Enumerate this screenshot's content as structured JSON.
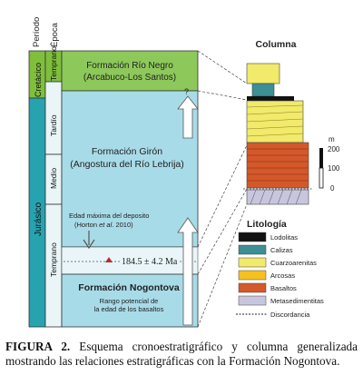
{
  "headers": {
    "period": "Período",
    "epoch": "Época"
  },
  "periods": {
    "cretaceous": "Cretácico",
    "jurassic": "Jurásico"
  },
  "epochs": {
    "early_cret": "Temprano",
    "late": "Tardío",
    "middle": "Medio",
    "early_jur": "Temprano"
  },
  "formations": {
    "rionegro": {
      "line1": "Formación Río Negro",
      "line2": "(Arcabuco-Los Santos)"
    },
    "giron": {
      "line1": "Formación Girón",
      "line2": "(Angostura del Río Lebrija)"
    },
    "nogontova": {
      "title": "Formación Nogontova",
      "note_line1": "Rango potencial de",
      "note_line2": "la edad de los basaltos"
    }
  },
  "age_note": {
    "line1": "Edad máxima del deposito",
    "line2_pre": "(Horton ",
    "line2_ital": "et al",
    "line2_post": ". 2010)",
    "age": "184.5 ± 4.2 Ma"
  },
  "question_mark": "?",
  "column": {
    "title": "Columna",
    "scale_unit": "m",
    "scale_ticks": [
      "200",
      "100",
      "0"
    ]
  },
  "lithology": {
    "title": "Litología",
    "items": [
      {
        "label": "Lodolitas",
        "color": "#111111"
      },
      {
        "label": "Calizas",
        "color": "#3b8f95"
      },
      {
        "label": "Cuarzoarenitas",
        "color": "#f1ea6a"
      },
      {
        "label": "Arcosas",
        "color": "#f6c11d"
      },
      {
        "label": "Basaltos",
        "color": "#d4582a"
      },
      {
        "label": "Metasedimentitas",
        "color": "#c8c5de"
      }
    ],
    "unconformity": "Discordancia"
  },
  "colors": {
    "period": "#27a3b0",
    "cretaceous_fill": "#7fbf3c",
    "giron_fill": "#a8dbe8",
    "nogontova_fill": "#c6e6f0"
  },
  "caption": {
    "lead": "FIGURA 2.",
    "text": " Esquema cronoestratigráfico y columna generalizada mostrando las relaciones estratigráficas con la Formación Nogontova."
  }
}
